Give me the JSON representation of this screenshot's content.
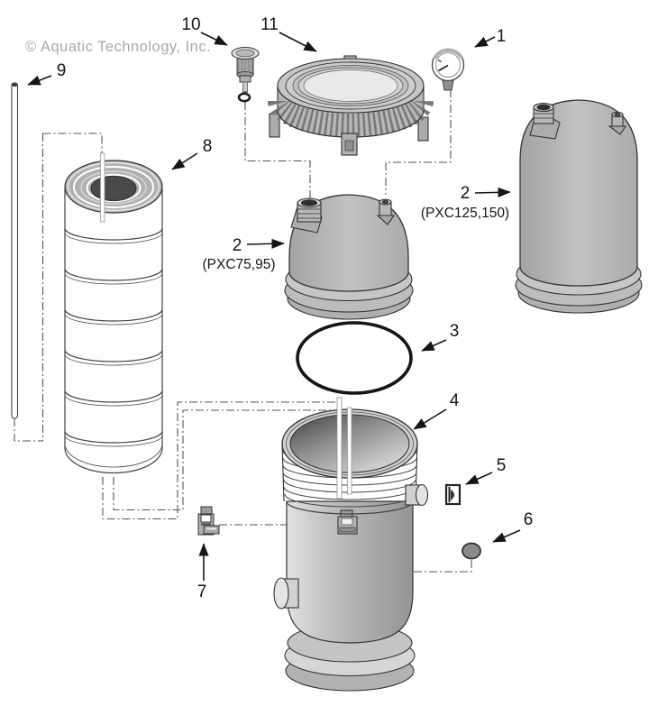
{
  "watermark": "© Aquatic Technology, Inc.",
  "diagram": {
    "title_hint": "Exploded parts diagram of a cartridge pool filter",
    "callouts": [
      {
        "num": "1",
        "part": "pressure-gauge"
      },
      {
        "num": "2",
        "variant": "(PXC75,95)",
        "part": "filter-lid-small"
      },
      {
        "num": "2",
        "variant": "(PXC125,150)",
        "part": "filter-lid-large"
      },
      {
        "num": "3",
        "part": "tank-o-ring"
      },
      {
        "num": "4",
        "part": "tank-body"
      },
      {
        "num": "5",
        "part": "sight-glass"
      },
      {
        "num": "6",
        "part": "drain-plug"
      },
      {
        "num": "7",
        "part": "air-bleeder"
      },
      {
        "num": "8",
        "part": "filter-cartridge"
      },
      {
        "num": "9",
        "part": "standpipe"
      },
      {
        "num": "10",
        "part": "relief-valve"
      },
      {
        "num": "11",
        "part": "lock-ring"
      }
    ]
  },
  "colors": {
    "background": "#ffffff",
    "part_fill": "#b5b5b5",
    "part_fill_light": "#d6d6d6",
    "outline": "#333333",
    "o_ring": "#151515",
    "watermark": "#a8a8a8",
    "label": "#161616",
    "dash_line": "#555555"
  }
}
